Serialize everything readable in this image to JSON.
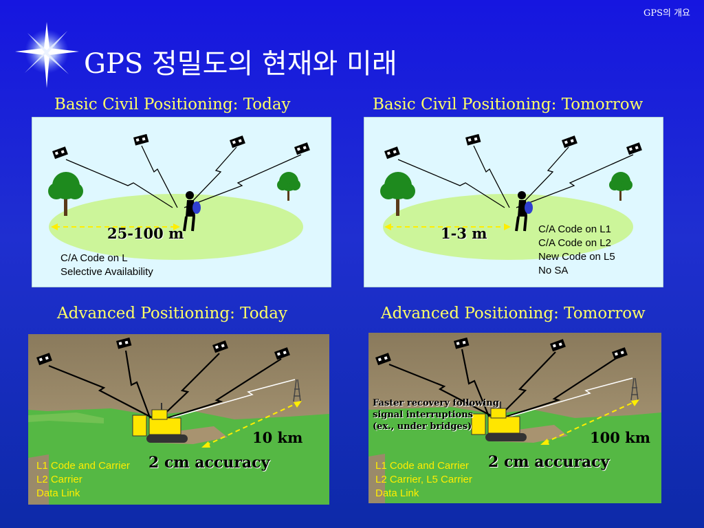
{
  "slide": {
    "corner_label": "GPS의 개요",
    "title": "GPS 정밀도의 현재와 미래"
  },
  "panels": {
    "basic_today": {
      "heading": "Basic Civil Positioning: Today",
      "distance": "25-100 m",
      "notes": [
        "C/A Code on L",
        "Selective Availability"
      ]
    },
    "basic_tomorrow": {
      "heading": "Basic Civil Positioning: Tomorrow",
      "distance": "1-3 m",
      "notes": [
        "C/A Code on L1",
        "C/A Code on L2",
        "New Code on L5",
        "No SA"
      ]
    },
    "advanced_today": {
      "heading": "Advanced Positioning: Today",
      "range": "10 km",
      "accuracy": "2 cm accuracy",
      "notes": [
        "L1 Code and Carrier",
        "L2 Carrier",
        "Data Link"
      ]
    },
    "advanced_tomorrow": {
      "heading": "Advanced Positioning: Tomorrow",
      "range": "100 km",
      "accuracy": "2 cm accuracy",
      "callout": [
        "Faster recovery following",
        "signal interruptions",
        "(ex., under bridges)"
      ],
      "notes": [
        "L1 Code and Carrier",
        "L2 Carrier, L5 Carrier",
        "Data Link"
      ]
    }
  },
  "colors": {
    "background_top": "#1616e0",
    "heading_yellow": "#ffff66",
    "sky_panel": "#dff8ff",
    "field_green": "#ccf59a",
    "ground_green": "#55b844",
    "dirt": "#9a8a6a"
  }
}
